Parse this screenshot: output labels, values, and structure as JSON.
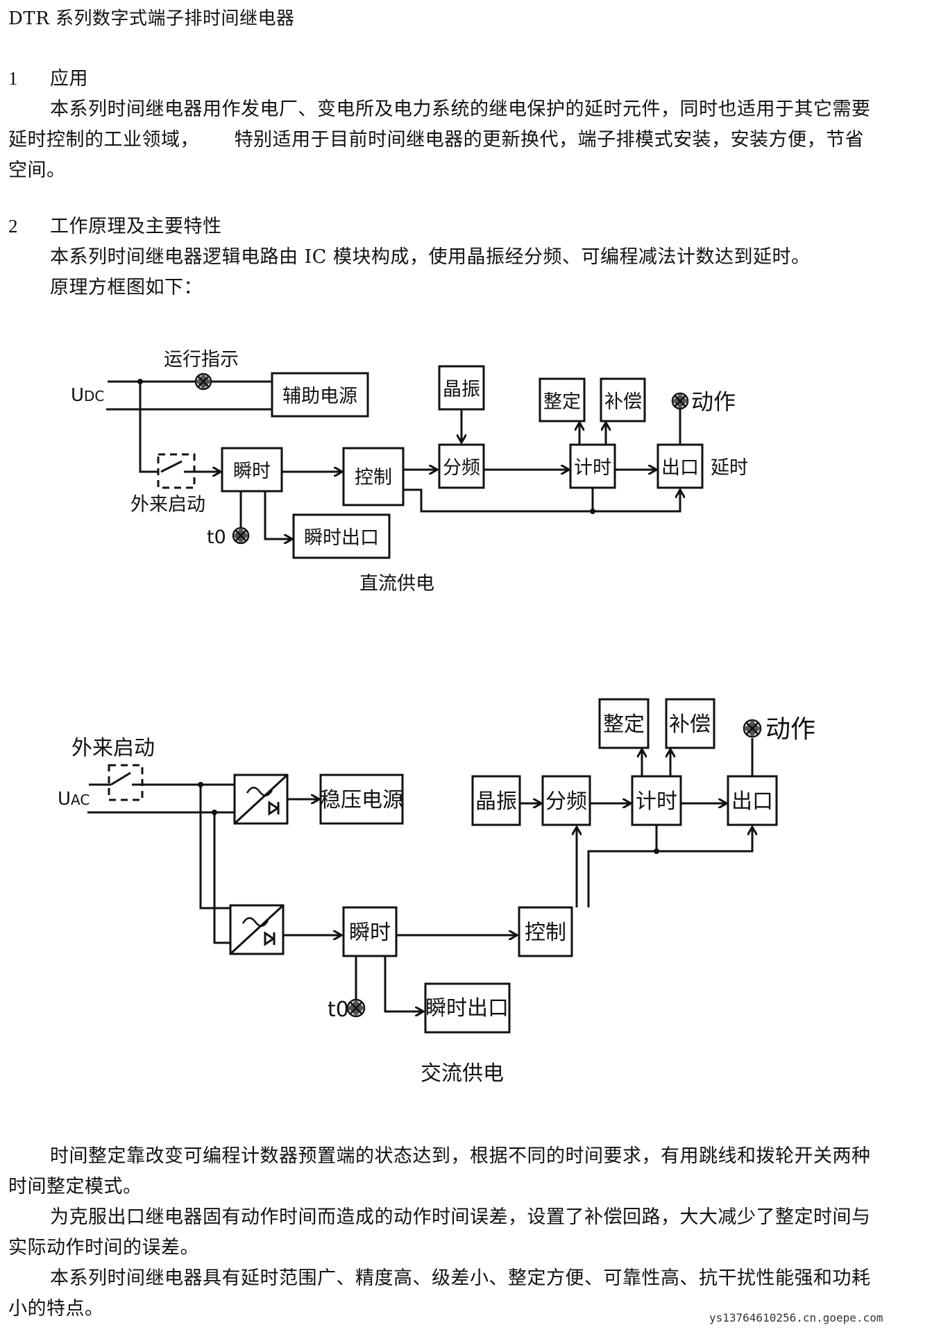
{
  "document": {
    "title": "DTR 系列数字式端子排时间继电器",
    "section1": {
      "number": "1",
      "heading": "应用",
      "lines": [
        "本系列时间继电器用作发电厂、变电所及电力系统的继电保护的延时元件，同时也适用于其它需要",
        "延时控制的工业领域，　　 特别适用于目前时间继电器的更新换代，端子排模式安装，安装方便，节省",
        "空间。"
      ]
    },
    "section2": {
      "number": "2",
      "heading": "工作原理及主要特性",
      "lines": [
        "本系列时间继电器逻辑电路由 IC 模块构成，使用晶振经分频、可编程减法计数达到延时。",
        "原理方框图如下："
      ]
    },
    "closing": {
      "lines": [
        "时间整定靠改变可编程计数器预置端的状态达到，根据不同的时间要求，有用跳线和拨轮开关两种",
        "时间整定模式。",
        "为克服出口继电器固有动作时间而造成的动作时间误差，设置了补偿回路，大大减少了整定时间与",
        "实际动作时间的误差。",
        "本系列时间继电器具有延时范围广、精度高、级差小、整定方便、可靠性高、抗干扰性能强和功耗",
        "小的特点。"
      ]
    },
    "watermark": "ys13764610256.cn.goepe.com"
  },
  "diagram_dc": {
    "caption": "直流供电",
    "supply_label": "UDC",
    "supply_main": "U",
    "supply_sub": "DC",
    "run_indicator": "运行指示",
    "external_start": "外来启动",
    "t0": "t0",
    "action": "动作",
    "delay": "延时",
    "blocks": {
      "aux_power": "辅助电源",
      "crystal": "晶振",
      "instant": "瞬时",
      "control": "控制",
      "divider": "分频",
      "setting": "整定",
      "compensation": "补偿",
      "timer": "计时",
      "output": "出口",
      "instant_output": "瞬时出口"
    }
  },
  "diagram_ac": {
    "caption": "交流供电",
    "supply_main": "U",
    "supply_sub": "AC",
    "external_start": "外来启动",
    "t0": "t0",
    "action": "动作",
    "blocks": {
      "regulated_power": "稳压电源",
      "crystal": "晶振",
      "divider": "分频",
      "setting": "整定",
      "compensation": "补偿",
      "timer": "计时",
      "output": "出口",
      "instant": "瞬时",
      "control": "控制",
      "instant_output": "瞬时出口"
    }
  }
}
